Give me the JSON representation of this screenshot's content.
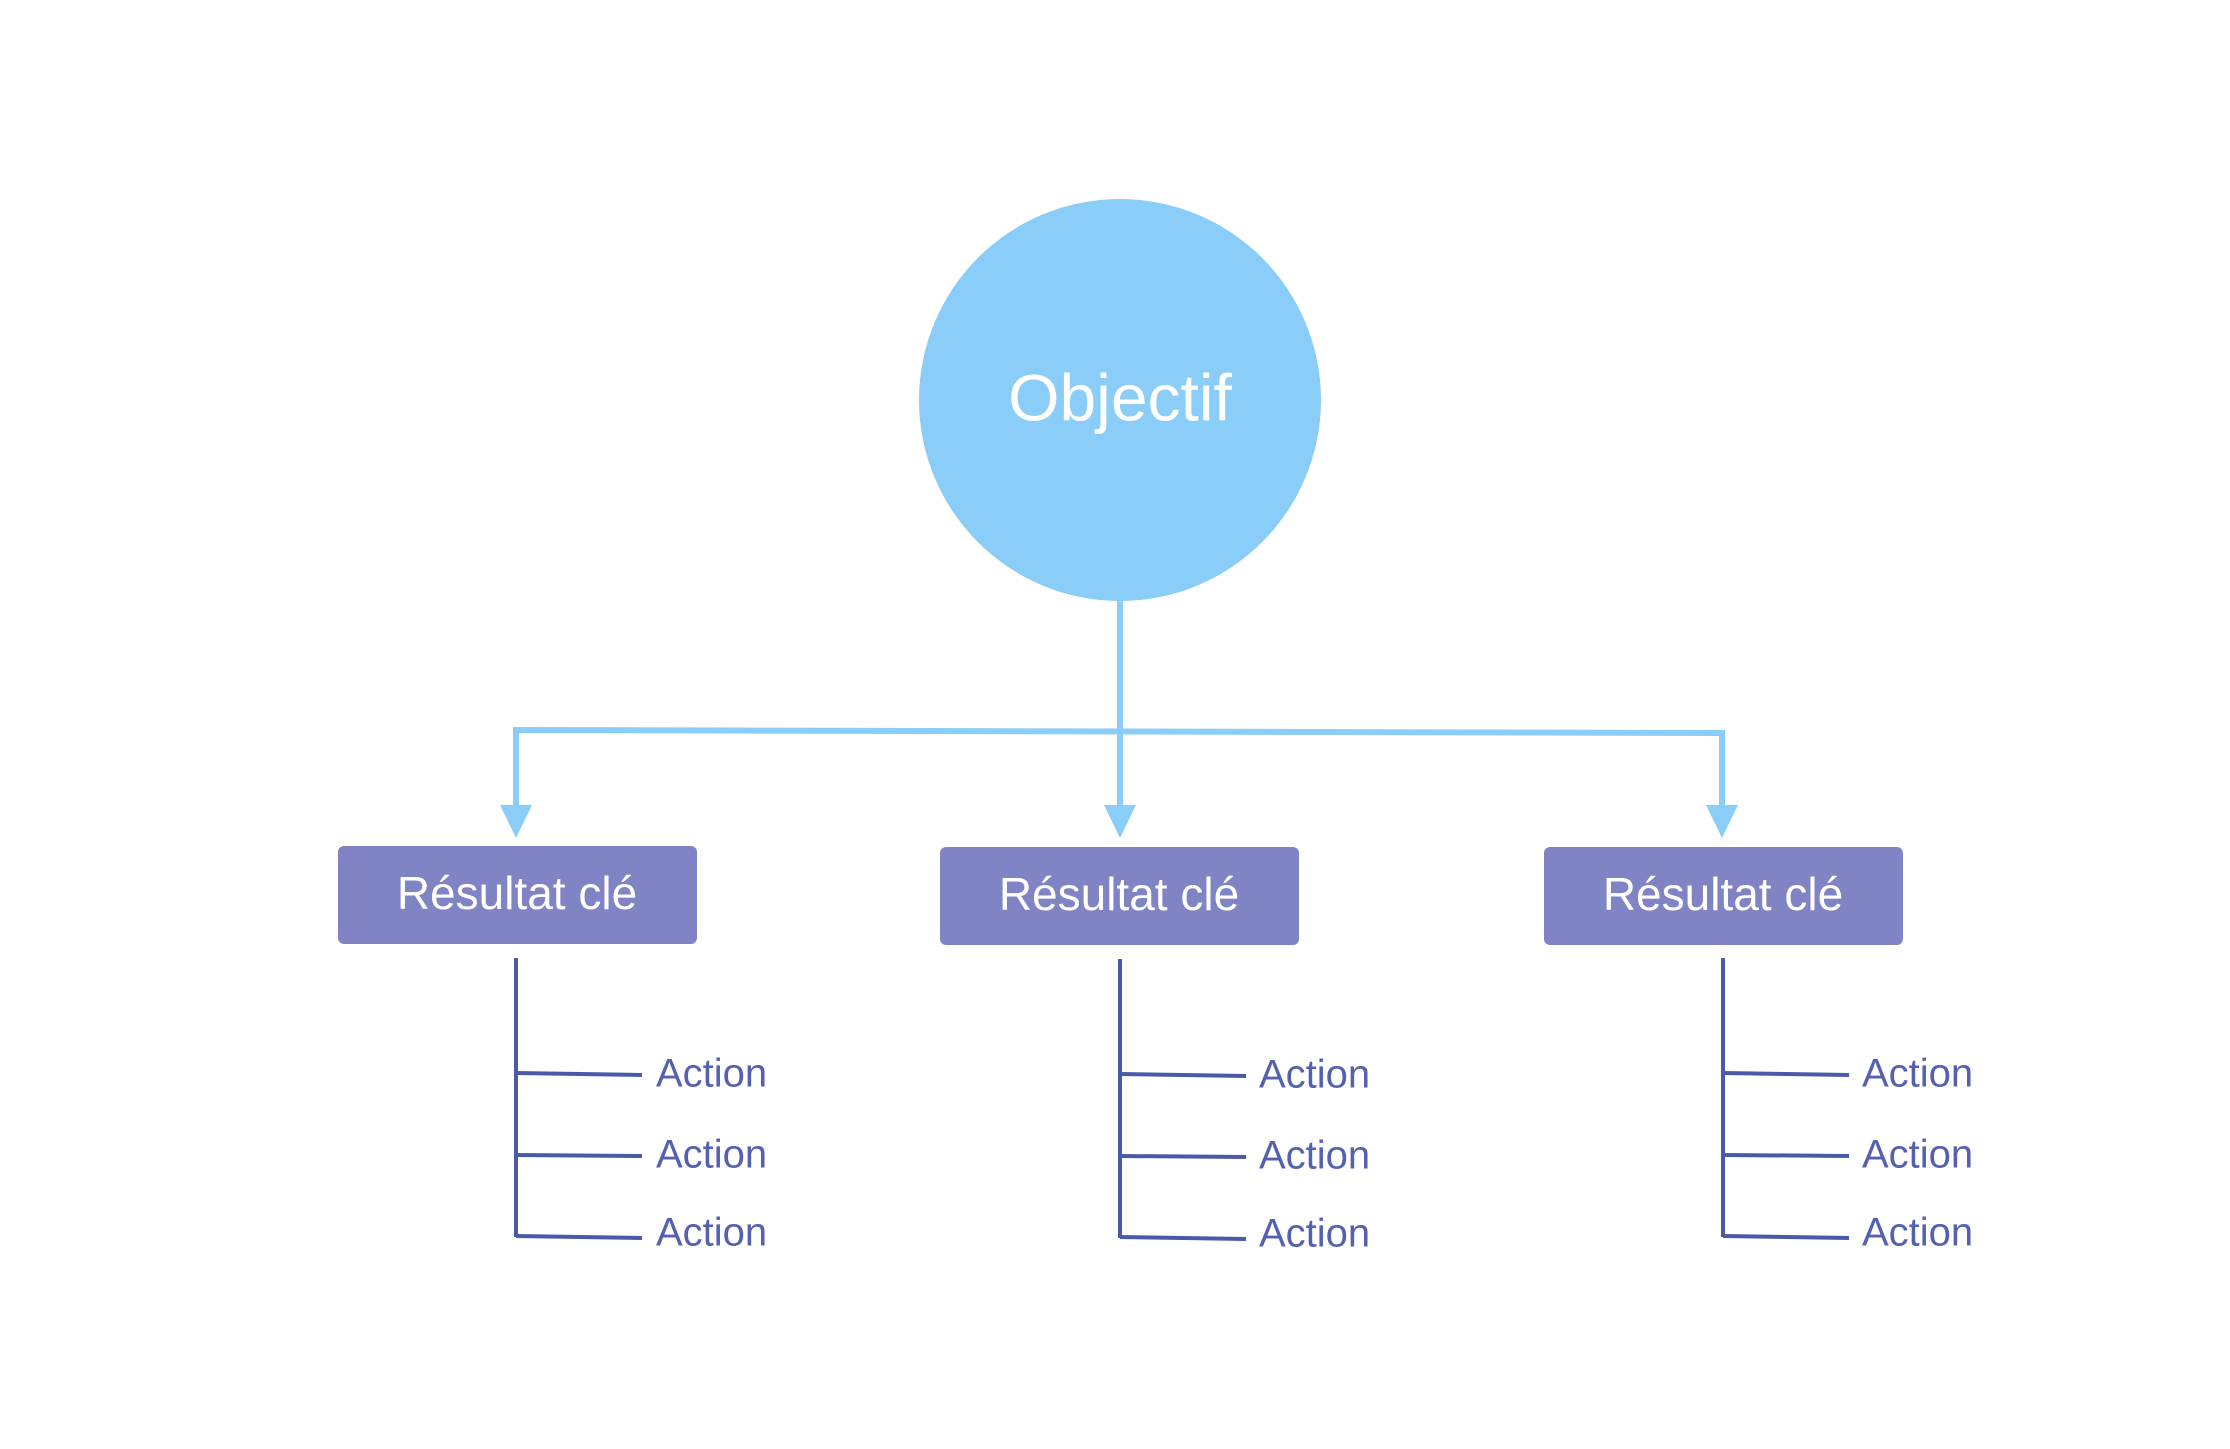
{
  "colors": {
    "objective": "#8acdf8",
    "connector": "#8acdf8",
    "key_result_box": "#8184c4",
    "action_line": "#4a5aa8",
    "action_text": "#5560b0",
    "background": "#ffffff"
  },
  "objective": {
    "label": "Objectif"
  },
  "key_results": [
    {
      "label": "Résultat clé",
      "actions": [
        "Action",
        "Action",
        "Action"
      ]
    },
    {
      "label": "Résultat clé",
      "actions": [
        "Action",
        "Action",
        "Action"
      ]
    },
    {
      "label": "Résultat clé",
      "actions": [
        "Action",
        "Action",
        "Action"
      ]
    }
  ]
}
